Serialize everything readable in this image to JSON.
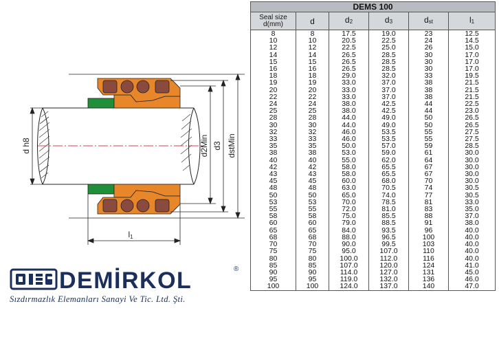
{
  "table": {
    "title": "DEMS 100",
    "headers": {
      "seal_size_line1": "Seal size",
      "seal_size_line2": "d(mm)",
      "d": "d",
      "d2_base": "d",
      "d2_sub": "2",
      "d3_base": "d",
      "d3_sub": "3",
      "dst_base": "d",
      "dst_sub": "st",
      "l1_base": "l",
      "l1_sub": "1"
    },
    "rows": [
      [
        "8",
        "8",
        "17.5",
        "19.0",
        "23",
        "12.5"
      ],
      [
        "10",
        "10",
        "20.5",
        "22.5",
        "24",
        "14.5"
      ],
      [
        "12",
        "12",
        "22.5",
        "25.0",
        "26",
        "15.0"
      ],
      [
        "14",
        "14",
        "26.5",
        "28.5",
        "30",
        "17.0"
      ],
      [
        "15",
        "15",
        "26.5",
        "28.5",
        "30",
        "17.0"
      ],
      [
        "16",
        "16",
        "26.5",
        "28.5",
        "30",
        "17.0"
      ],
      [
        "18",
        "18",
        "29.0",
        "32.0",
        "33",
        "19.5"
      ],
      [
        "19",
        "19",
        "33.0",
        "37.0",
        "38",
        "21.5"
      ],
      [
        "20",
        "20",
        "33.0",
        "37.0",
        "38",
        "21.5"
      ],
      [
        "22",
        "22",
        "33.0",
        "37.0",
        "38",
        "21.5"
      ],
      [
        "24",
        "24",
        "38.0",
        "42.5",
        "44",
        "22.5"
      ],
      [
        "25",
        "25",
        "38.0",
        "42.5",
        "44",
        "23.0"
      ],
      [
        "28",
        "28",
        "44.0",
        "49.0",
        "50",
        "26.5"
      ],
      [
        "30",
        "30",
        "44.0",
        "49.0",
        "50",
        "26.5"
      ],
      [
        "32",
        "32",
        "46.0",
        "53.5",
        "55",
        "27.5"
      ],
      [
        "33",
        "33",
        "46.0",
        "53.5",
        "55",
        "27.5"
      ],
      [
        "35",
        "35",
        "50.0",
        "57.0",
        "59",
        "28.5"
      ],
      [
        "38",
        "38",
        "53.0",
        "59.0",
        "61",
        "30.0"
      ],
      [
        "40",
        "40",
        "55.0",
        "62.0",
        "64",
        "30.0"
      ],
      [
        "42",
        "42",
        "58.0",
        "65.5",
        "67",
        "30.0"
      ],
      [
        "43",
        "43",
        "58.0",
        "65.5",
        "67",
        "30.0"
      ],
      [
        "45",
        "45",
        "60.0",
        "68.0",
        "70",
        "30.0"
      ],
      [
        "48",
        "48",
        "63.0",
        "70.5",
        "74",
        "30.5"
      ],
      [
        "50",
        "50",
        "65.0",
        "74.0",
        "77",
        "30.5"
      ],
      [
        "53",
        "53",
        "70.0",
        "78.5",
        "81",
        "33.0"
      ],
      [
        "55",
        "55",
        "72.0",
        "81.0",
        "83",
        "35.0"
      ],
      [
        "58",
        "58",
        "75.0",
        "85.5",
        "88",
        "37.0"
      ],
      [
        "60",
        "60",
        "79.0",
        "88.5",
        "91",
        "38.0"
      ],
      [
        "65",
        "65",
        "84.0",
        "93.5",
        "96",
        "40.0"
      ],
      [
        "68",
        "68",
        "88.0",
        "96.5",
        "100",
        "40.0"
      ],
      [
        "70",
        "70",
        "90.0",
        "99.5",
        "103",
        "40.0"
      ],
      [
        "75",
        "75",
        "95.0",
        "107.0",
        "110",
        "40.0"
      ],
      [
        "80",
        "80",
        "100.0",
        "112.0",
        "116",
        "40.0"
      ],
      [
        "85",
        "85",
        "107.0",
        "120.0",
        "124",
        "41.0"
      ],
      [
        "90",
        "90",
        "114.0",
        "127.0",
        "131",
        "45.0"
      ],
      [
        "95",
        "95",
        "119.0",
        "132.0",
        "136",
        "46.0"
      ],
      [
        "100",
        "100",
        "124.0",
        "137.0",
        "140",
        "47.0"
      ]
    ]
  },
  "drawing": {
    "label_dh8": "d h8",
    "label_d2min": "d2Min",
    "label_d3": "d3",
    "label_dstmin": "dstMin",
    "label_l1_base": "l",
    "label_l1_sub": "1"
  },
  "brand": {
    "name": "DEMİRKOL",
    "registered": "®",
    "tagline": "Sızdırmazlık Elemanları Sanayi Ve Tic. Ltd. Şti.",
    "color": "#1c2f5a"
  },
  "colors": {
    "orange": "#e8862a",
    "green": "#1f8f3a",
    "ring": "#8b4a3e",
    "centerline": "#d6404f"
  }
}
